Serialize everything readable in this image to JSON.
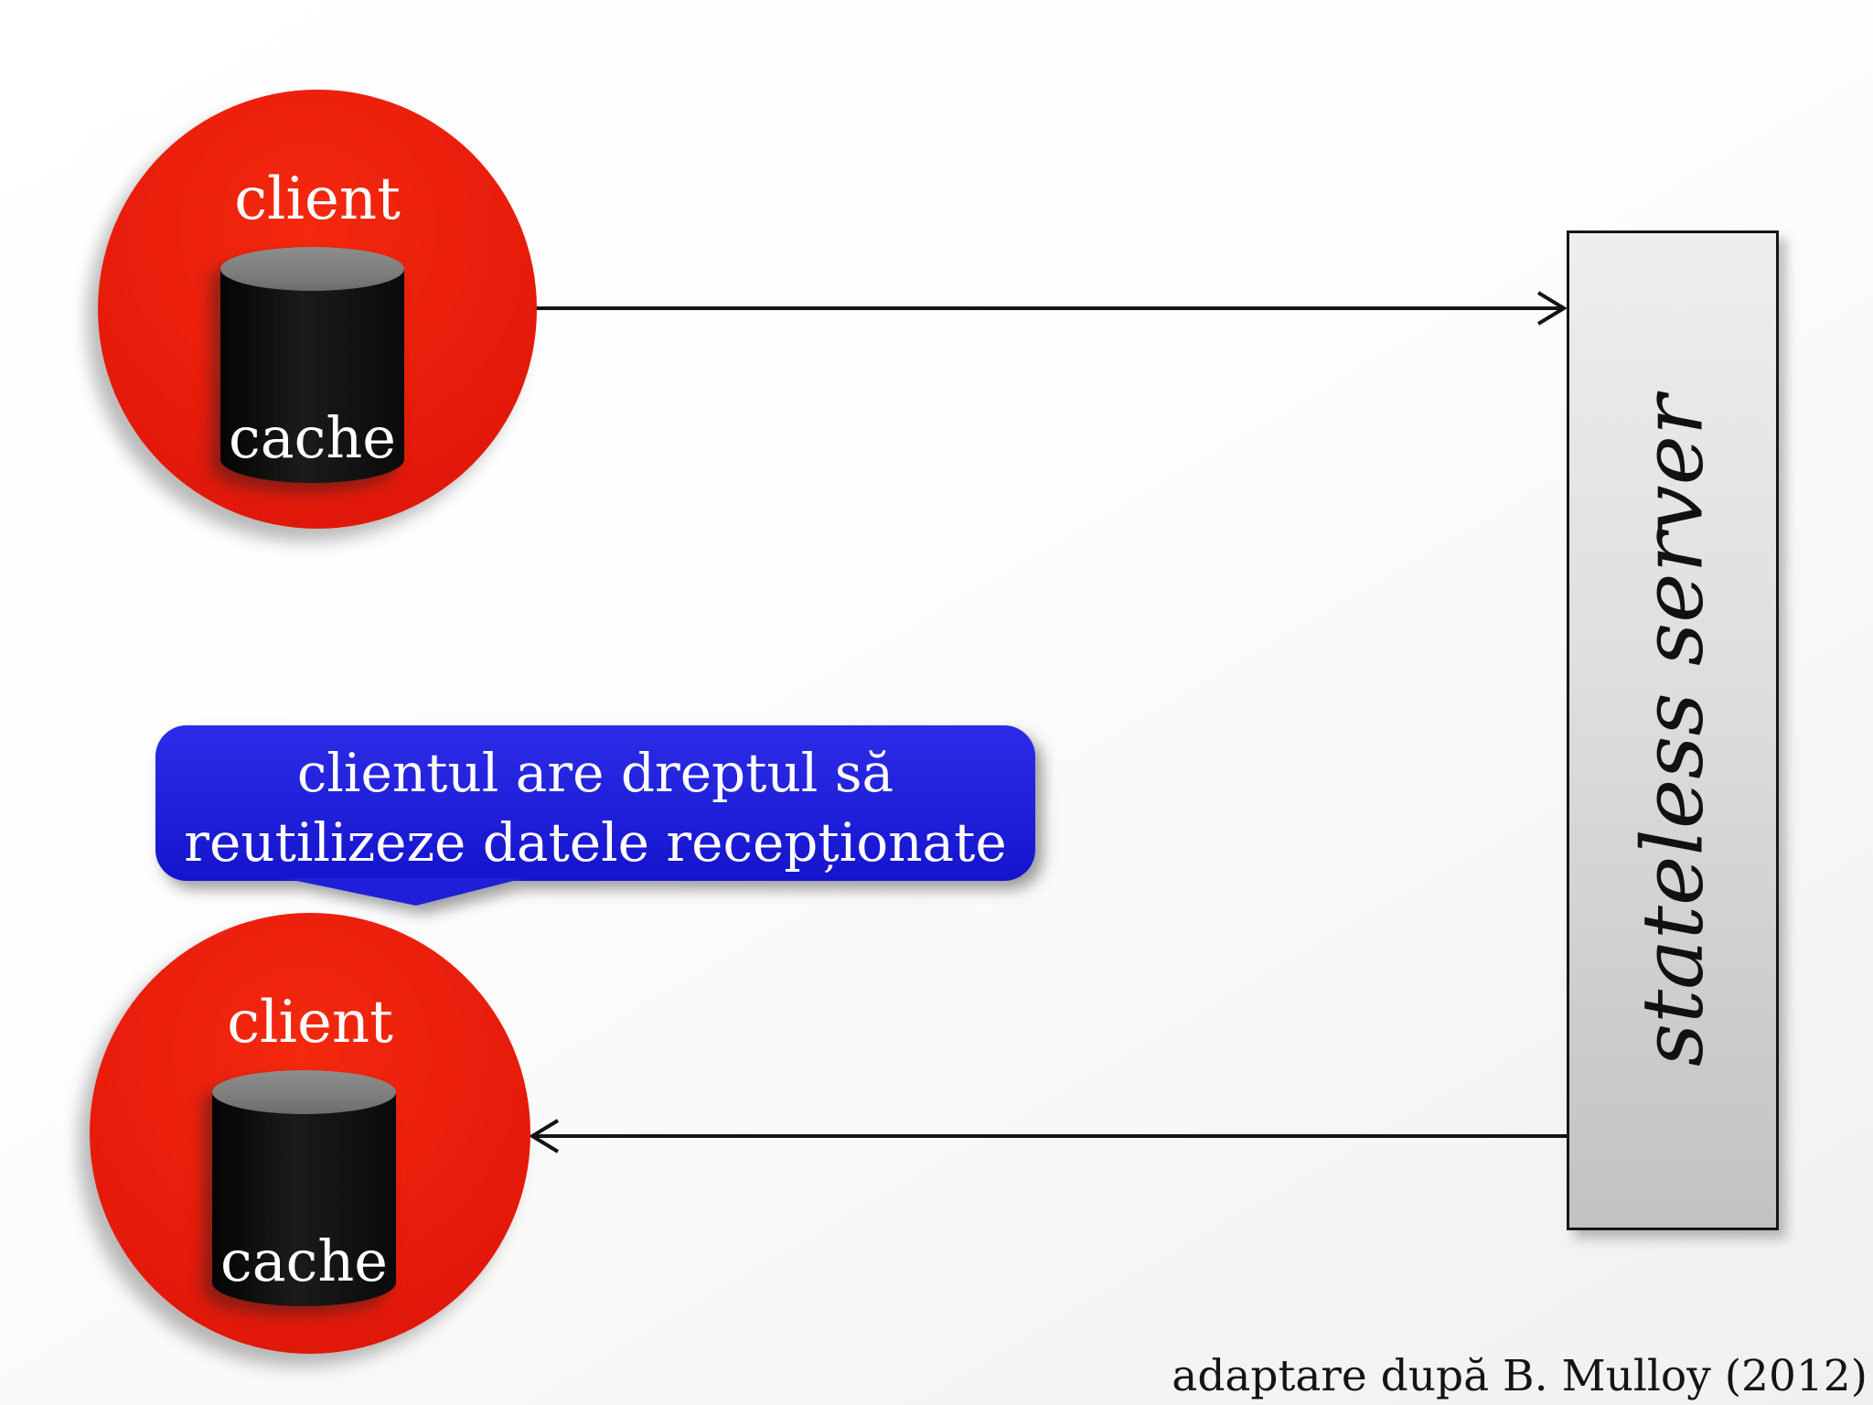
{
  "nodes": {
    "client_top": {
      "label": "client",
      "cache_label": "cache"
    },
    "client_bottom": {
      "label": "client",
      "cache_label": "cache"
    },
    "server": {
      "label": "stateless server"
    }
  },
  "callout": {
    "line1": "clientul are dreptul să",
    "line2": "reutilizeze datele recepționate"
  },
  "citation": "adaptare după B. Mulloy (2012)",
  "arrows": {
    "request": "client-to-server",
    "response": "server-to-client"
  },
  "colors": {
    "client_red": "#e81c0b",
    "callout_blue": "#1f1fd9",
    "server_gray": "#d6d6d6",
    "cylinder_black": "#0a0a0a",
    "cylinder_top_gray": "#7d7d7d",
    "arrow_black": "#141414"
  }
}
